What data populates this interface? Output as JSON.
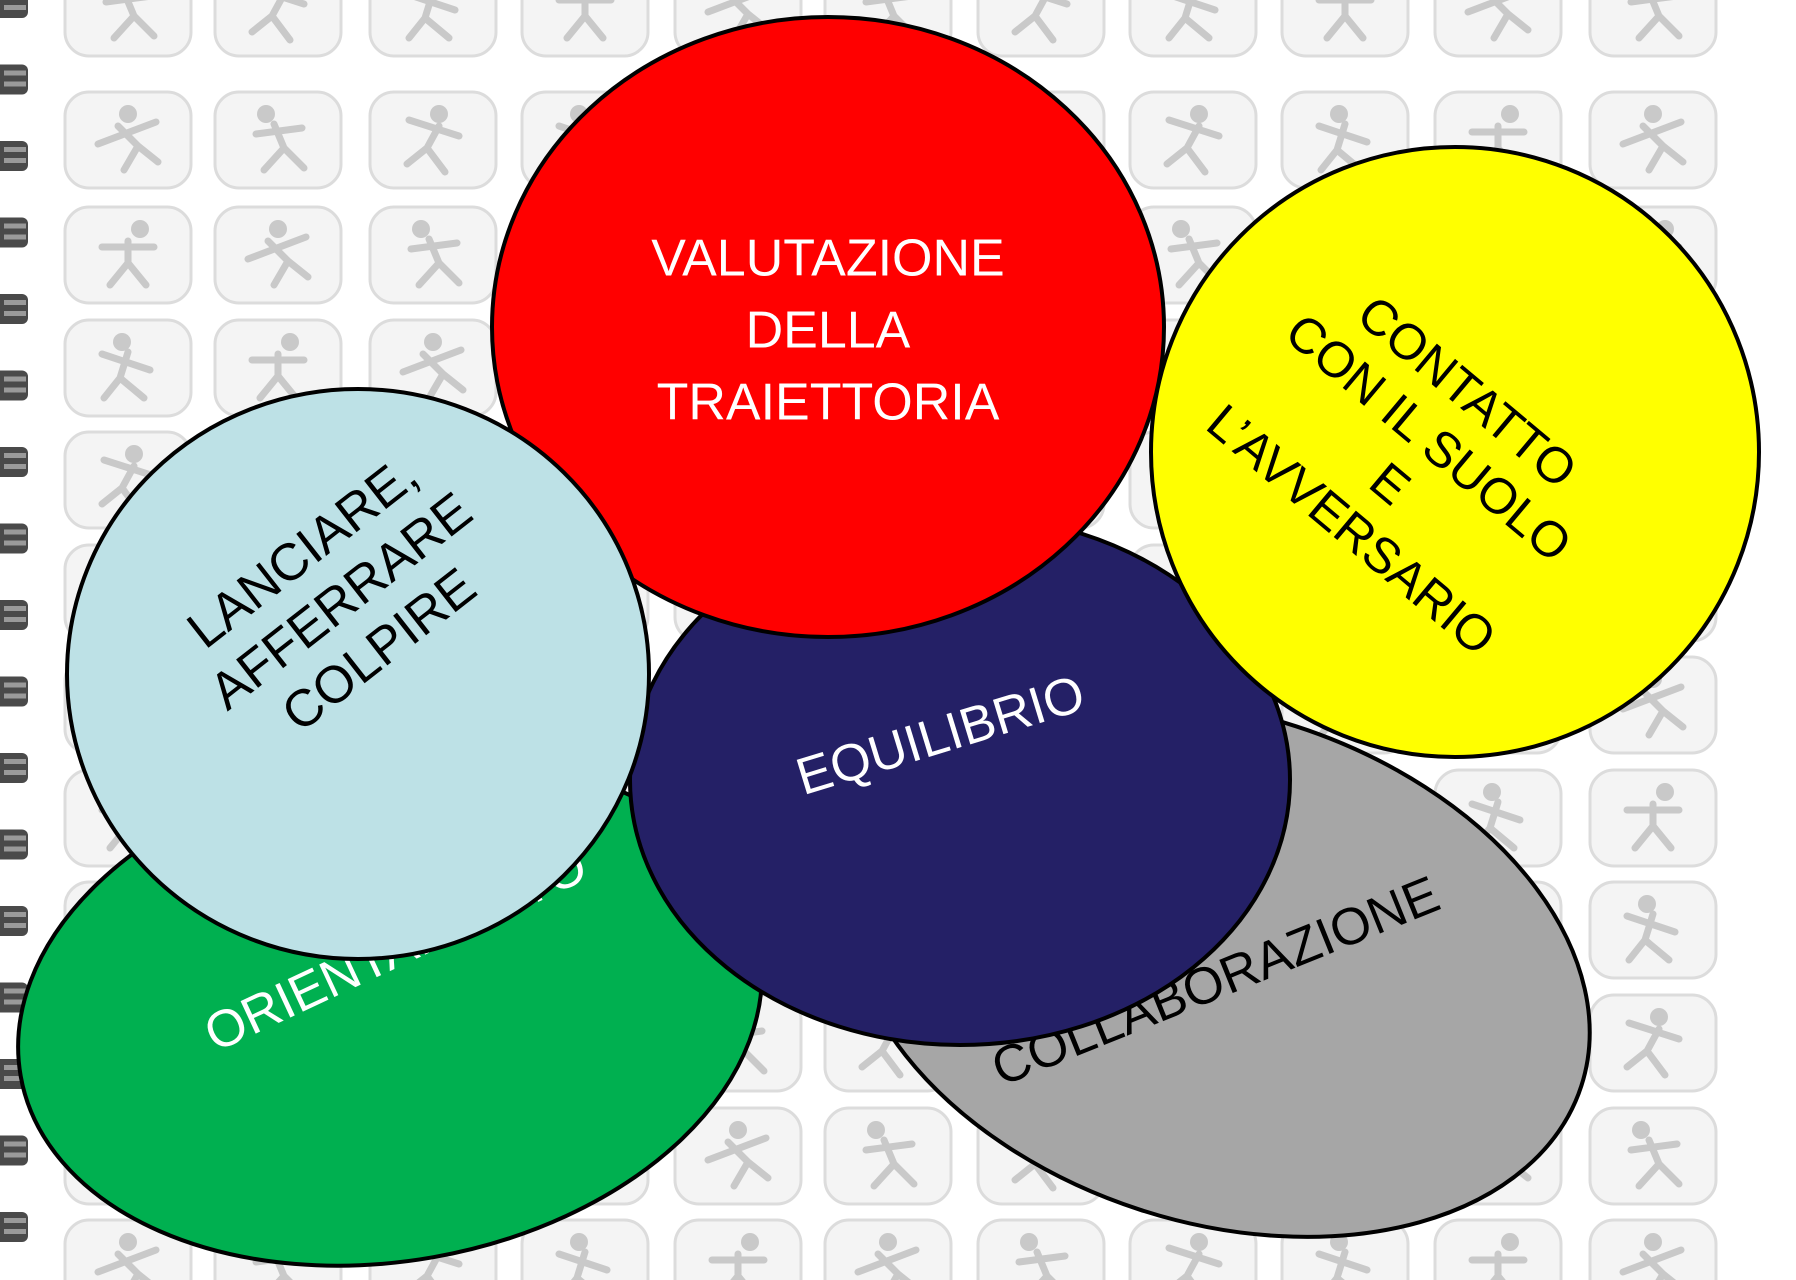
{
  "slide": {
    "background": {
      "tile_fill": "#f4f4f4",
      "tile_stroke": "#dcdcdc",
      "glyph_color": "#c9c9c9",
      "binding_color": "#4a4a4a",
      "binding_highlight": "#9a9a9a"
    },
    "concepts": [
      {
        "id": "collaborazione",
        "lines": [
          "COLLABORAZIONE"
        ],
        "fill": "#a6a6a6",
        "text_color": "#000000"
      },
      {
        "id": "orientamento",
        "lines": [
          "ORIENTAMENTO"
        ],
        "fill": "#00b050",
        "text_color": "#ffffff"
      },
      {
        "id": "equilibrio",
        "lines": [
          "EQUILIBRIO"
        ],
        "fill": "#242066",
        "text_color": "#ffffff"
      },
      {
        "id": "contatto",
        "lines": [
          "CONTATTO",
          "CON IL SUOLO",
          "E",
          "L’AVVERSARIO"
        ],
        "fill": "#ffff00",
        "text_color": "#000000"
      },
      {
        "id": "valutazione",
        "lines": [
          "VALUTAZIONE",
          "DELLA",
          "TRAIETTORIA"
        ],
        "fill": "#ff0000",
        "text_color": "#ffffff"
      },
      {
        "id": "lanciare",
        "lines": [
          "LANCIARE,",
          "AFFERRARE",
          "COLPIRE"
        ],
        "fill": "#bde1e6",
        "text_color": "#000000"
      }
    ]
  }
}
